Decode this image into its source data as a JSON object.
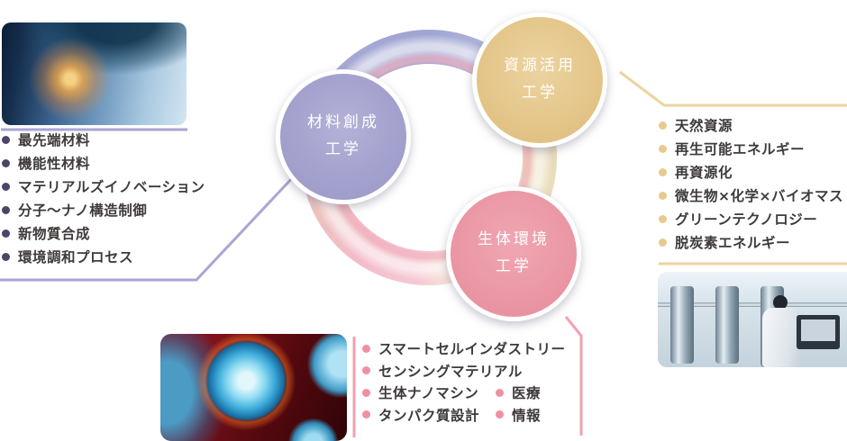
{
  "circles": {
    "materials": {
      "line1": "材料創成",
      "line2": "工学",
      "color": "#a5a4ce"
    },
    "resources": {
      "line1": "資源活用",
      "line2": "工学",
      "color": "#e6c990"
    },
    "bio": {
      "line1": "生体環境",
      "line2": "工学",
      "color": "#ec9dab"
    }
  },
  "lists": {
    "materials": {
      "accent_line_color": "#a8a6d4",
      "bullet_color": "#4a4668",
      "items": [
        "最先端材料",
        "機能性材料",
        "マテリアルズイノベーション",
        "分子〜ナノ構造制御",
        "新物質合成",
        "環境調和プロセス"
      ]
    },
    "resources": {
      "accent_line_color": "#eed3a0",
      "bullet_color": "#e9c98f",
      "items": [
        "天然資源",
        "再生可能エネルギー",
        "再資源化",
        "微生物×化学×バイオマス",
        "グリーンテクノロジー",
        "脱炭素エネルギー"
      ]
    },
    "bio": {
      "accent_line_color": "#f3a0ae",
      "bullet_color": "#f18fa2",
      "items_main": [
        "スマートセルインダストリー",
        "センシングマテリアル",
        "生体ナノマシン",
        "タンパク質設計"
      ],
      "items_side": [
        "医療",
        "情報"
      ]
    }
  },
  "text_color": "#3f3a39",
  "background_color": "#ffffff"
}
